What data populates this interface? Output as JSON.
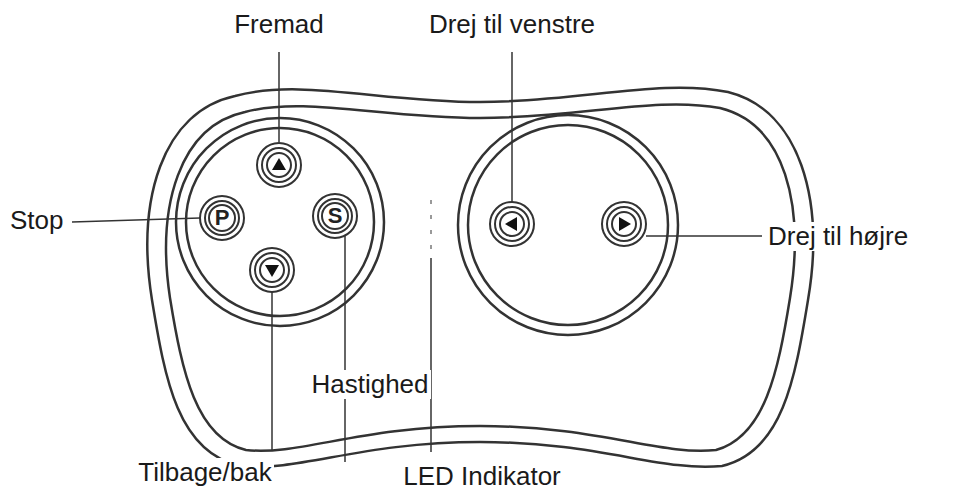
{
  "diagram": {
    "nodes": [
      {
        "text": [
          "P"
        ]
      },
      {
        "text": [
          "S"
        ]
      }
    ],
    "labels": [
      "Fremad",
      "Drej til venstre",
      "Stop",
      "Drej til højre",
      "Hastighed",
      "Tilbage/bak",
      "LED Indikator"
    ]
  }
}
